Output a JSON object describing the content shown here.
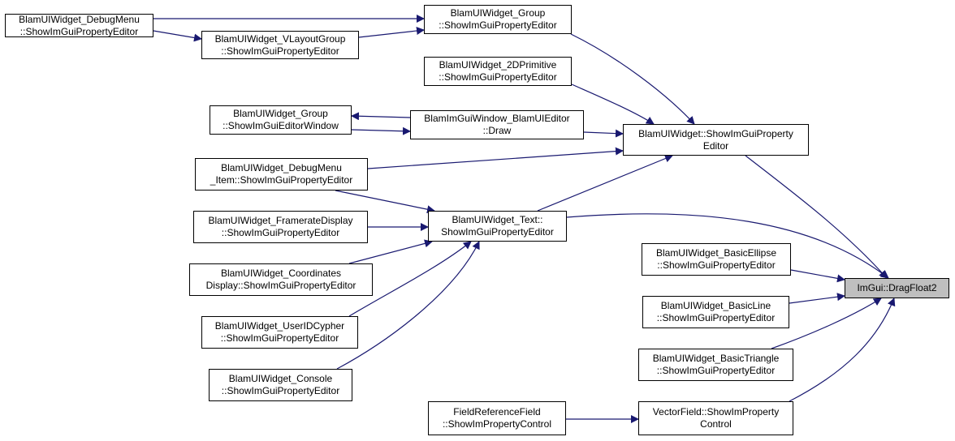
{
  "colors": {
    "edge": "#191970",
    "box_border": "#000000",
    "target_fill": "#bfbfbf"
  },
  "nodes": {
    "debugmenu": {
      "line1": "BlamUIWidget_DebugMenu",
      "line2": "::ShowImGuiPropertyEditor"
    },
    "vlayout": {
      "line1": "BlamUIWidget_VLayoutGroup",
      "line2": "::ShowImGuiPropertyEditor"
    },
    "group_prop": {
      "line1": "BlamUIWidget_Group",
      "line2": "::ShowImGuiPropertyEditor"
    },
    "prim2d": {
      "line1": "BlamUIWidget_2DPrimitive",
      "line2": "::ShowImGuiPropertyEditor"
    },
    "group_editor": {
      "line1": "BlamUIWidget_Group",
      "line2": "::ShowImGuiEditorWindow"
    },
    "blamuieditor_draw": {
      "line1": "BlamImGuiWindow_BlamUIEditor",
      "line2": "::Draw"
    },
    "widget_prop": {
      "line1": "BlamUIWidget::ShowImGuiProperty",
      "line2": "Editor"
    },
    "debugmenu_item": {
      "line1": "BlamUIWidget_DebugMenu",
      "line2": "_Item::ShowImGuiPropertyEditor"
    },
    "framerate": {
      "line1": "BlamUIWidget_FramerateDisplay",
      "line2": "::ShowImGuiPropertyEditor"
    },
    "text_prop": {
      "line1": "BlamUIWidget_Text::",
      "line2": "ShowImGuiPropertyEditor"
    },
    "coords": {
      "line1": "BlamUIWidget_Coordinates",
      "line2": "Display::ShowImGuiPropertyEditor"
    },
    "useridcypher": {
      "line1": "BlamUIWidget_UserIDCypher",
      "line2": "::ShowImGuiPropertyEditor"
    },
    "console": {
      "line1": "BlamUIWidget_Console",
      "line2": "::ShowImGuiPropertyEditor"
    },
    "ellipse": {
      "line1": "BlamUIWidget_BasicEllipse",
      "line2": "::ShowImGuiPropertyEditor"
    },
    "line": {
      "line1": "BlamUIWidget_BasicLine",
      "line2": "::ShowImGuiPropertyEditor"
    },
    "triangle": {
      "line1": "BlamUIWidget_BasicTriangle",
      "line2": "::ShowImGuiPropertyEditor"
    },
    "fieldref": {
      "line1": "FieldReferenceField",
      "line2": "::ShowImPropertyControl"
    },
    "vectorfield": {
      "line1": "VectorField::ShowImProperty",
      "line2": "Control"
    },
    "dragfloat2": {
      "line1": "ImGui::DragFloat2"
    }
  }
}
